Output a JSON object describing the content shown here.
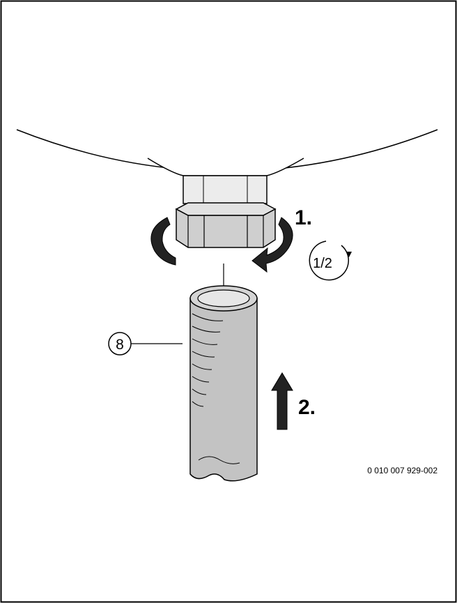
{
  "figure": {
    "step_1_label": "1.",
    "step_2_label": "2.",
    "rotation_label": "1/2",
    "callout_label": "8",
    "figure_id": "0 010 007 929-002"
  },
  "colors": {
    "line": "#000000",
    "part_fill": "#d4d4d4",
    "pipe_fill": "#c3c3c3",
    "arrow_fill": "#222222",
    "background": "#ffffff"
  }
}
